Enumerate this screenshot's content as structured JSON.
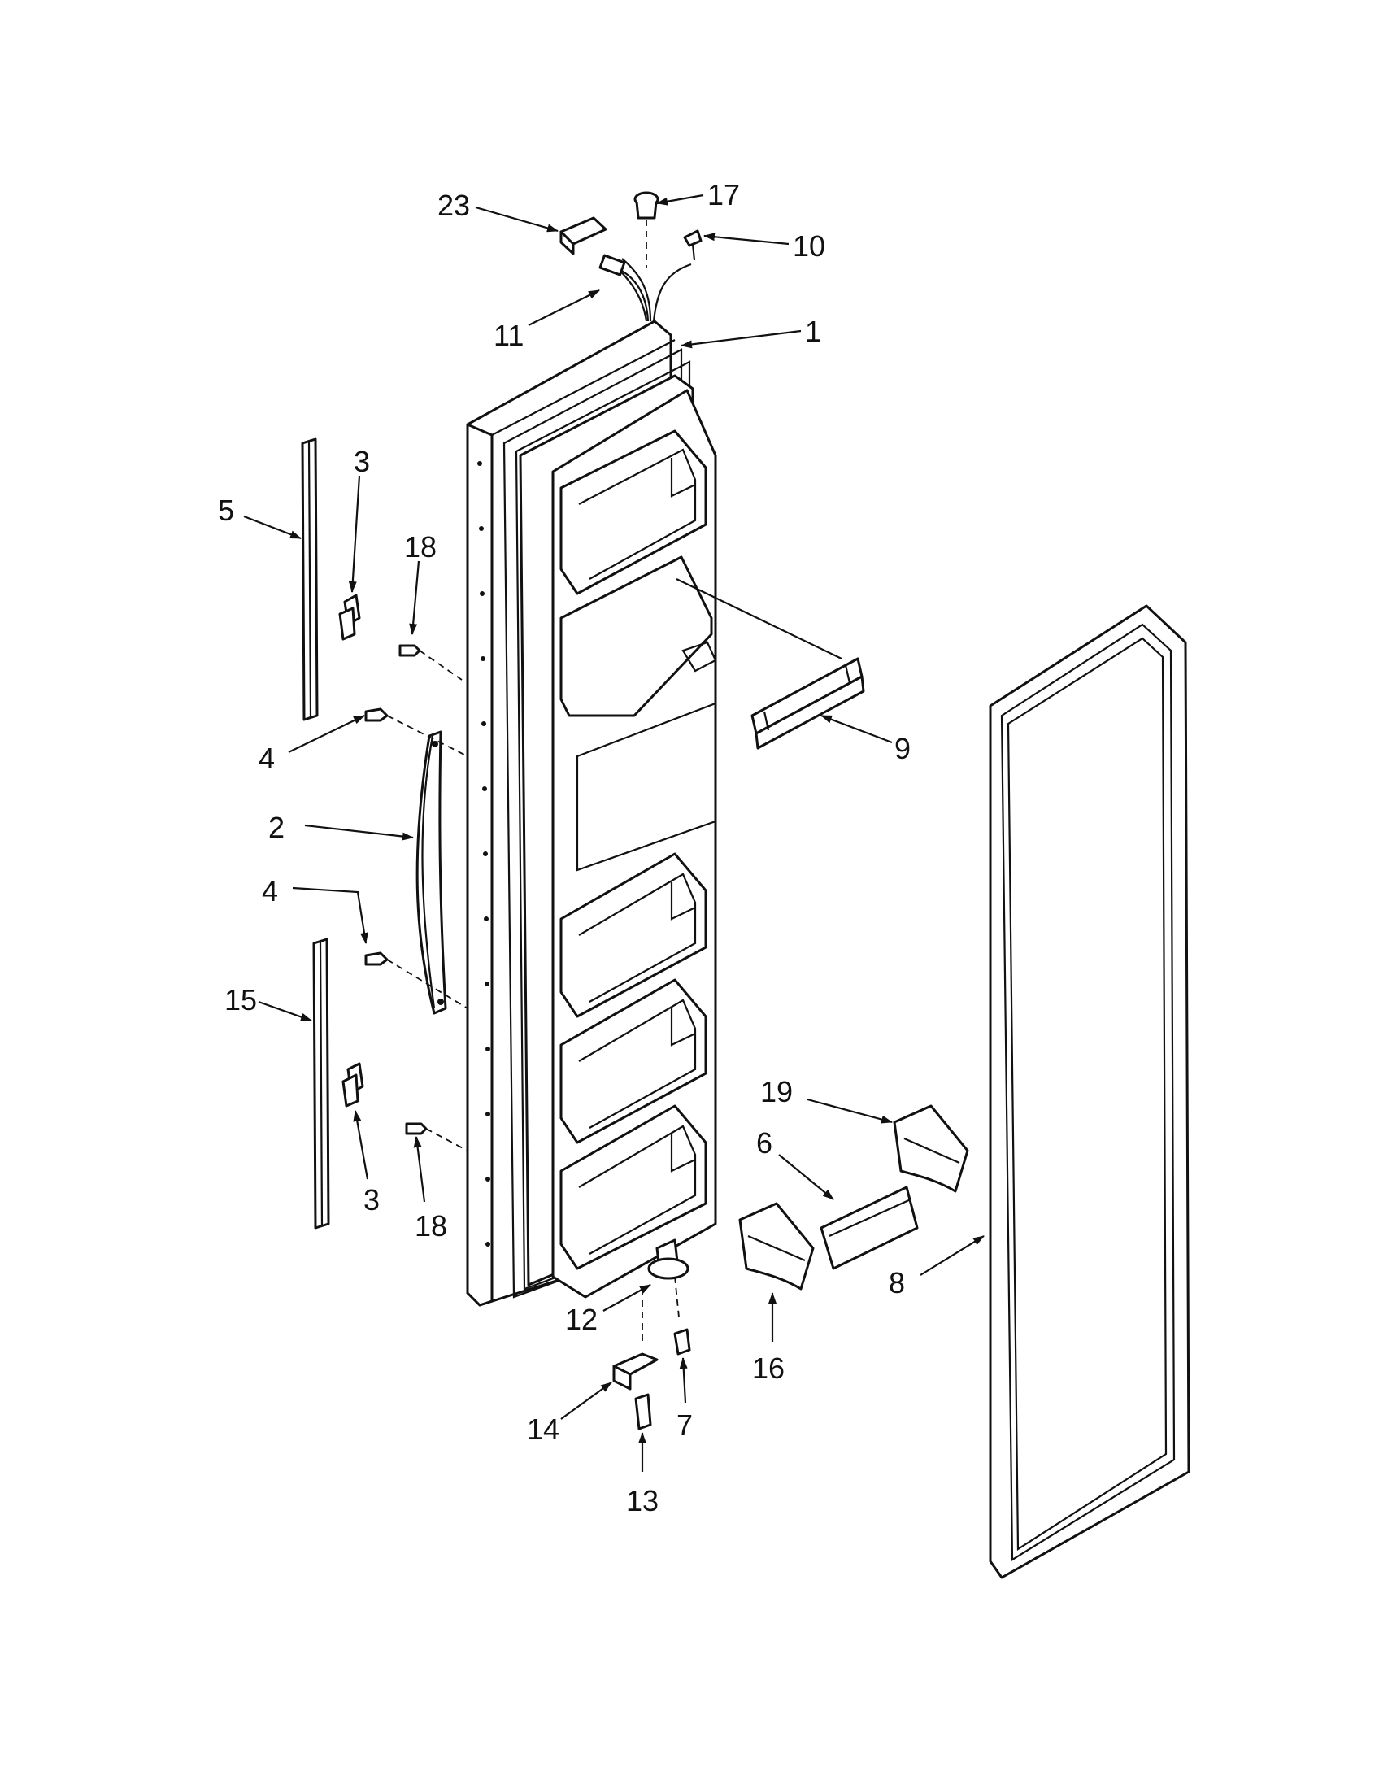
{
  "callouts": [
    {
      "id": "c23",
      "number": "23"
    },
    {
      "id": "c17",
      "number": "17"
    },
    {
      "id": "c10",
      "number": "10"
    },
    {
      "id": "c11",
      "number": "11"
    },
    {
      "id": "c1",
      "number": "1"
    },
    {
      "id": "c3a",
      "number": "3"
    },
    {
      "id": "c5",
      "number": "5"
    },
    {
      "id": "c18a",
      "number": "18"
    },
    {
      "id": "c9",
      "number": "9"
    },
    {
      "id": "c4a",
      "number": "4"
    },
    {
      "id": "c2",
      "number": "2"
    },
    {
      "id": "c4b",
      "number": "4"
    },
    {
      "id": "c15",
      "number": "15"
    },
    {
      "id": "c3b",
      "number": "3"
    },
    {
      "id": "c18b",
      "number": "18"
    },
    {
      "id": "c19",
      "number": "19"
    },
    {
      "id": "c6",
      "number": "6"
    },
    {
      "id": "c8",
      "number": "8"
    },
    {
      "id": "c16",
      "number": "16"
    },
    {
      "id": "c12",
      "number": "12"
    },
    {
      "id": "c7",
      "number": "7"
    },
    {
      "id": "c14",
      "number": "14"
    },
    {
      "id": "c13",
      "number": "13"
    }
  ]
}
